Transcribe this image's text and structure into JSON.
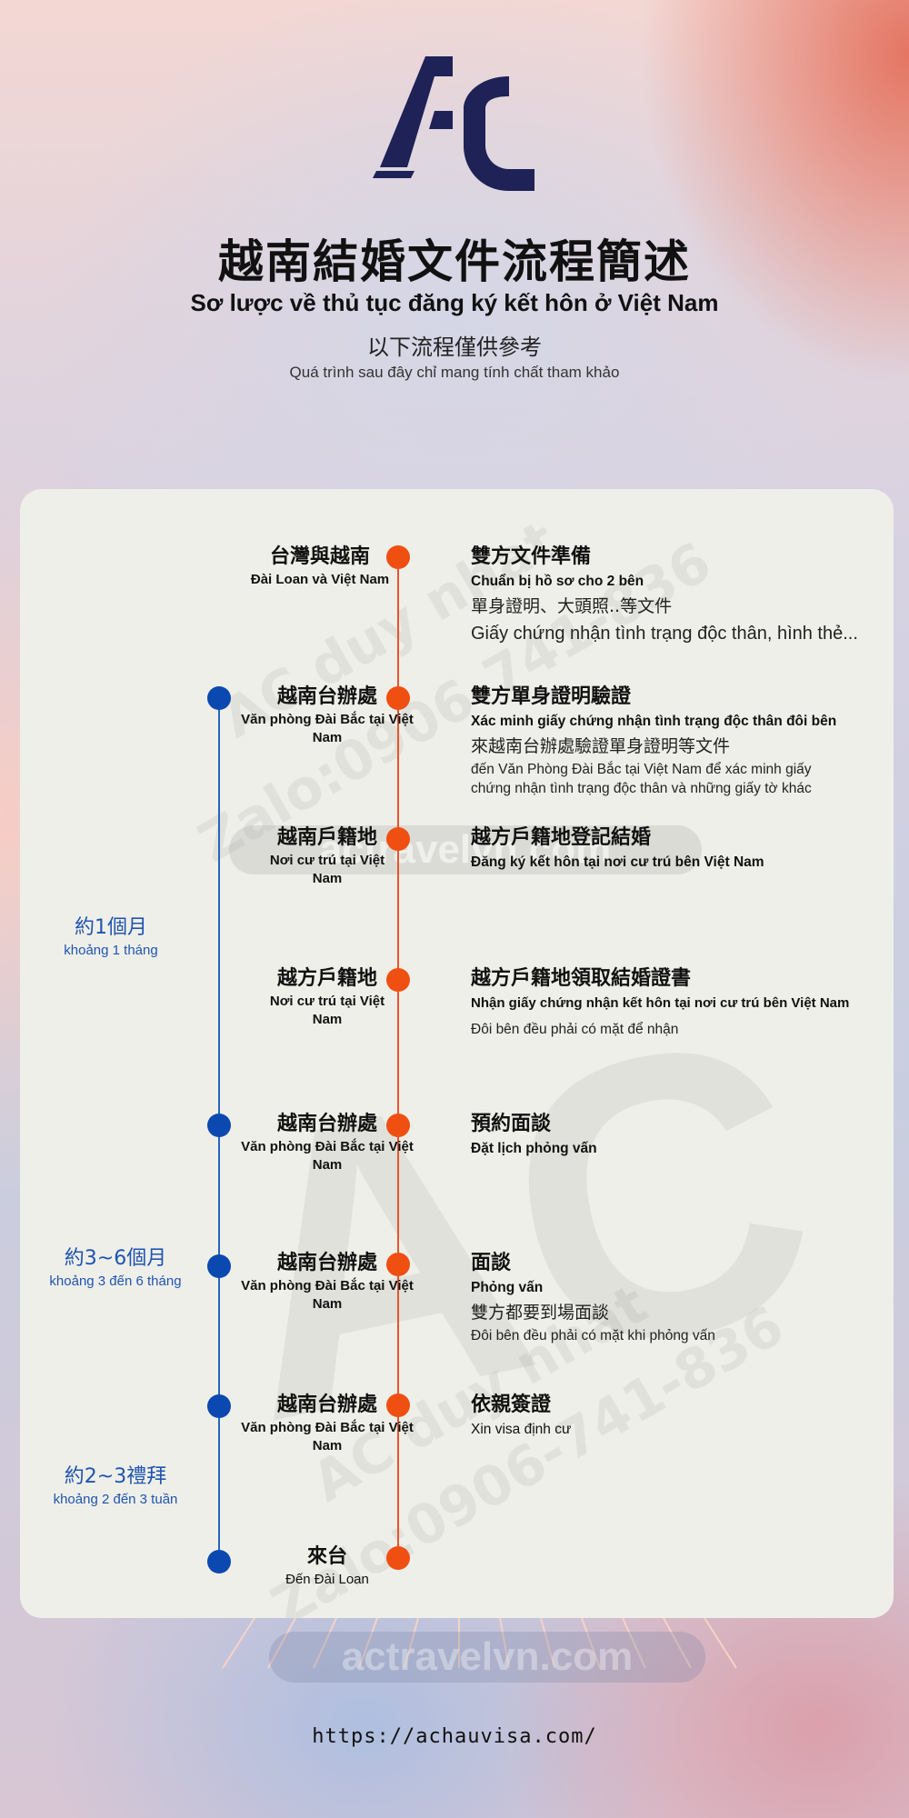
{
  "header": {
    "logo_text": "AC",
    "title_zh": "越南結婚文件流程簡述",
    "title_vi": "Sơ lược về thủ tục đăng ký kết hôn ở Việt Nam",
    "note_zh": "以下流程僅供參考",
    "note_vi": "Quá trình sau đây chỉ mang tính chất tham khảo"
  },
  "colors": {
    "orange": "#f04f12",
    "blue": "#0b49b0",
    "card_bg": "#efefe9",
    "logo_navy": "#1e2256"
  },
  "watermarks": {
    "line1": "AC duy nhat",
    "line2": "Zalo:0906-741-836",
    "pill": "actravelvn.com"
  },
  "timeline": [
    {
      "place_zh": "台灣與越南",
      "place_vi": "Đài Loan và Việt Nam",
      "title_zh": "雙方文件準備",
      "title_vi": "Chuẩn bị hồ sơ cho 2 bên",
      "detail_zh": "單身證明、大頭照..等文件",
      "detail_vi": "Giấy chứng nhận tình trạng độc thân, hình thẻ..."
    },
    {
      "place_zh": "越南台辦處",
      "place_vi": "Văn phòng Đài Bắc tại Việt Nam",
      "title_zh": "雙方單身證明驗證",
      "title_vi": "Xác minh giấy chứng nhận tình trạng độc thân đôi bên",
      "detail_zh": "來越南台辦處驗證單身證明等文件",
      "detail_vi": "đến Văn Phòng Đài Bắc tại Việt Nam để xác minh giấy chứng nhận tình trạng độc thân và những giấy tờ khác"
    },
    {
      "place_zh": "越南戶籍地",
      "place_vi": "Nơi cư trú tại Việt Nam",
      "title_zh": "越方戶籍地登記結婚",
      "title_vi": "Đăng ký kết hôn tại nơi cư trú bên Việt Nam"
    },
    {
      "place_zh": "越方戶籍地",
      "place_vi": "Nơi cư trú tại Việt Nam",
      "title_zh": "越方戶籍地領取結婚證書",
      "title_vi": "Nhận giấy chứng nhận kết hôn tại nơi cư trú bên Việt Nam",
      "detail_vi": "Đôi bên đều phải có mặt để nhận"
    },
    {
      "place_zh": "越南台辦處",
      "place_vi": "Văn phòng Đài Bắc tại Việt Nam",
      "title_zh": "預約面談",
      "title_vi": "Đặt lịch phỏng vấn"
    },
    {
      "place_zh": "越南台辦處",
      "place_vi": "Văn phòng Đài Bắc tại Việt Nam",
      "title_zh": "面談",
      "title_vi": "Phỏng vấn",
      "detail_zh": "雙方都要到場面談",
      "detail_vi": "Đôi bên đều phải có mặt khi phỏng vấn"
    },
    {
      "place_zh": "越南台辦處",
      "place_vi": "Văn phòng Đài Bắc tại Việt Nam",
      "title_zh": "依親簽證",
      "title_vi": "Xin visa định cư"
    },
    {
      "place_zh": "來台",
      "place_vi": "Đến Đài Loan"
    }
  ],
  "durations": [
    {
      "zh": "約1個月",
      "vi": "khoảng 1 tháng"
    },
    {
      "zh": "約3~6個月",
      "vi": "khoảng 3 đến 6 tháng"
    },
    {
      "zh": "約2~3禮拜",
      "vi": "khoảng 2 đến 3 tuần"
    }
  ],
  "footer": {
    "watermark": "actravelvn.com",
    "url": "https://achauvisa.com/"
  }
}
